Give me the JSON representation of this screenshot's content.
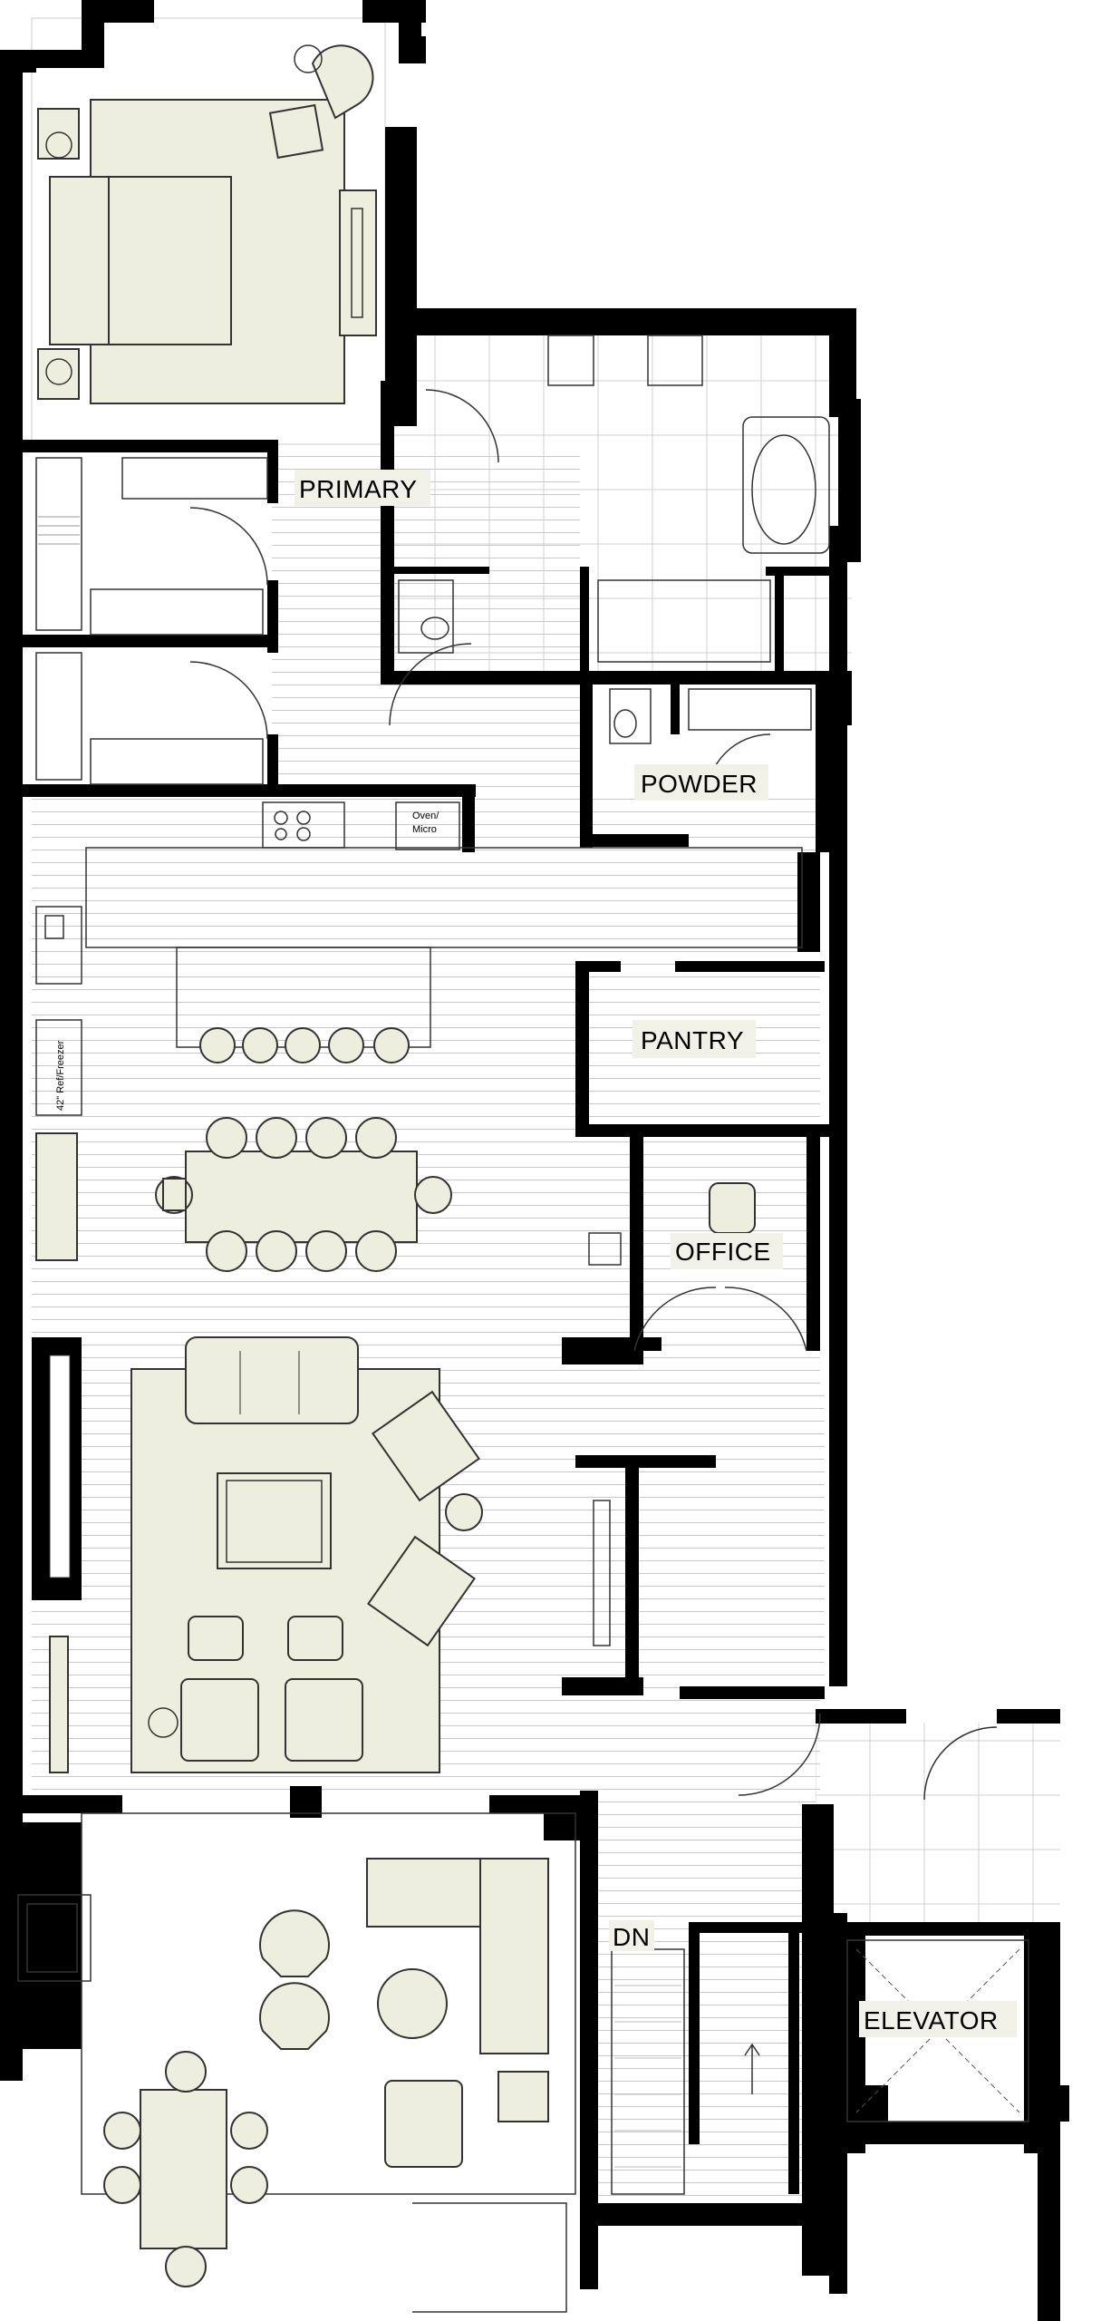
{
  "rooms": {
    "primary": "PRIMARY",
    "powder": "POWDER",
    "pantry": "PANTRY",
    "office": "OFFICE",
    "elevator": "ELEVATOR",
    "stair_down": "DN"
  },
  "appliances": {
    "oven_micro": [
      "Oven/",
      "Micro"
    ],
    "ref_freezer": "42\" Ref/Freezer"
  },
  "colors": {
    "walls": "#000000",
    "furniture_fill": "#eeeedf",
    "floor_lines": "#bdbdbd",
    "label_background": "#f1f1e8"
  }
}
